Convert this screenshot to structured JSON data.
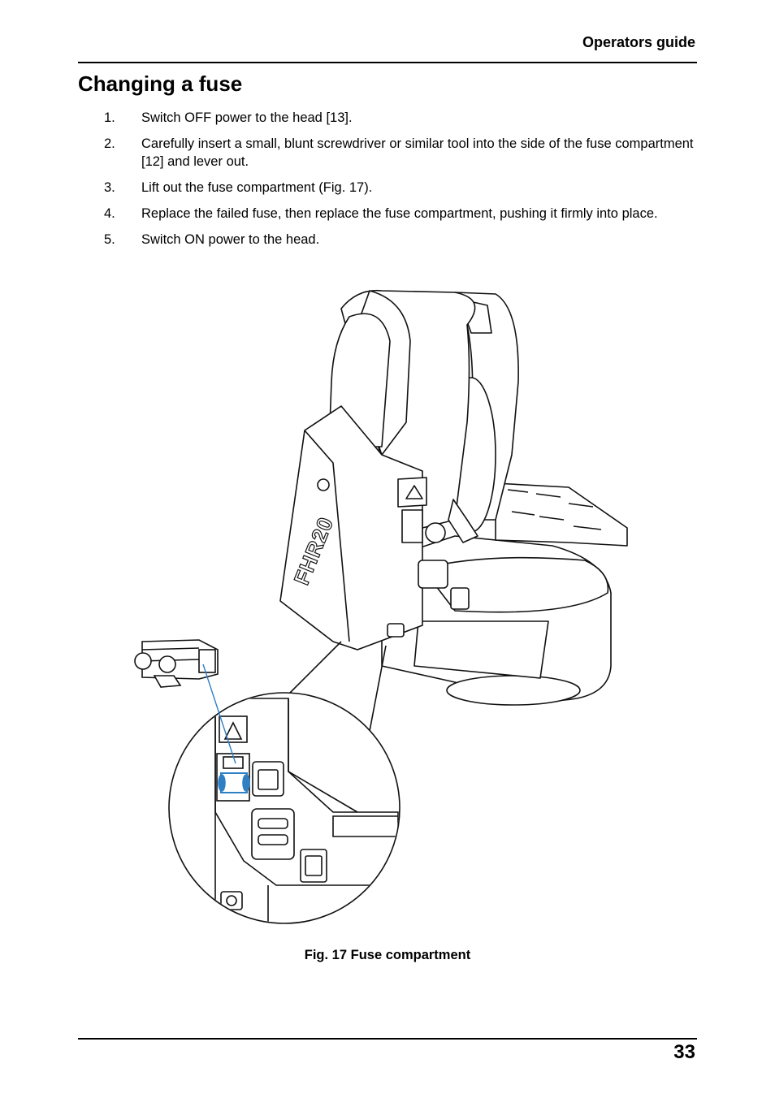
{
  "header": {
    "title": "Operators guide"
  },
  "section": {
    "title": "Changing a fuse"
  },
  "steps": [
    {
      "num": "1.",
      "text": "Switch OFF power to the head [13]."
    },
    {
      "num": "2.",
      "text": "Carefully insert a small, blunt screwdriver or similar tool into the side of the fuse compartment [12] and lever out."
    },
    {
      "num": "3.",
      "text": "Lift out the fuse compartment (Fig. 17)."
    },
    {
      "num": "4.",
      "text": "Replace the failed fuse, then replace the fuse compartment, pushing it firmly into place."
    },
    {
      "num": "5.",
      "text": "Switch ON power to the head."
    }
  ],
  "figure": {
    "caption": "Fig. 17  Fuse compartment",
    "accent_color": "#2f7fc4"
  },
  "footer": {
    "page_number": "33"
  }
}
